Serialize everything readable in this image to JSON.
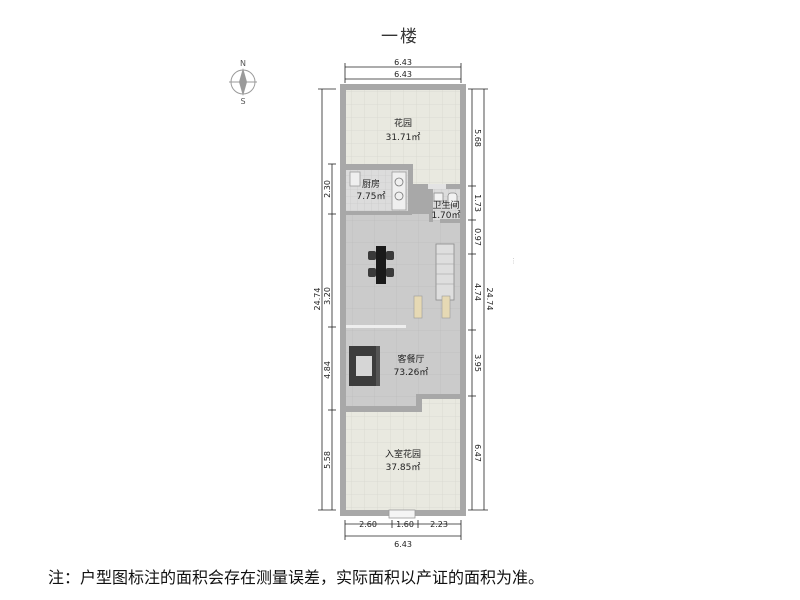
{
  "title": "一楼",
  "compass": {
    "north": "N",
    "south": "S"
  },
  "rooms": [
    {
      "id": "garden",
      "name": "花园",
      "area": "31.71㎡"
    },
    {
      "id": "kitchen",
      "name": "厨房",
      "area": "7.75㎡"
    },
    {
      "id": "bathroom",
      "name": "卫生间",
      "area": "1.70㎡"
    },
    {
      "id": "living",
      "name": "客餐厅",
      "area": "73.26㎡"
    },
    {
      "id": "entry-garden",
      "name": "入室花园",
      "area": "37.85㎡"
    }
  ],
  "dimensions": {
    "top": [
      "6.43",
      "6.43"
    ],
    "bottom_total": "6.43",
    "bottom_segments": [
      "2.60",
      "1.60",
      "2.23"
    ],
    "left_outer": "24.74",
    "left_segments": [
      "2.30",
      "3.20",
      "4.84",
      "5.58"
    ],
    "right_outer": "24.74",
    "right_segments": [
      "5.68",
      "1.73",
      "0.97",
      "4.74",
      "3.95",
      "6.47"
    ]
  },
  "note": "注：户型图标注的面积会存在测量误差，实际面积以产证的面积为准。",
  "colors": {
    "wall": "#a5a5a5",
    "garden_floor": "#e8e8df",
    "interior_floor": "#c9c9c9",
    "dim_line": "#222222"
  }
}
